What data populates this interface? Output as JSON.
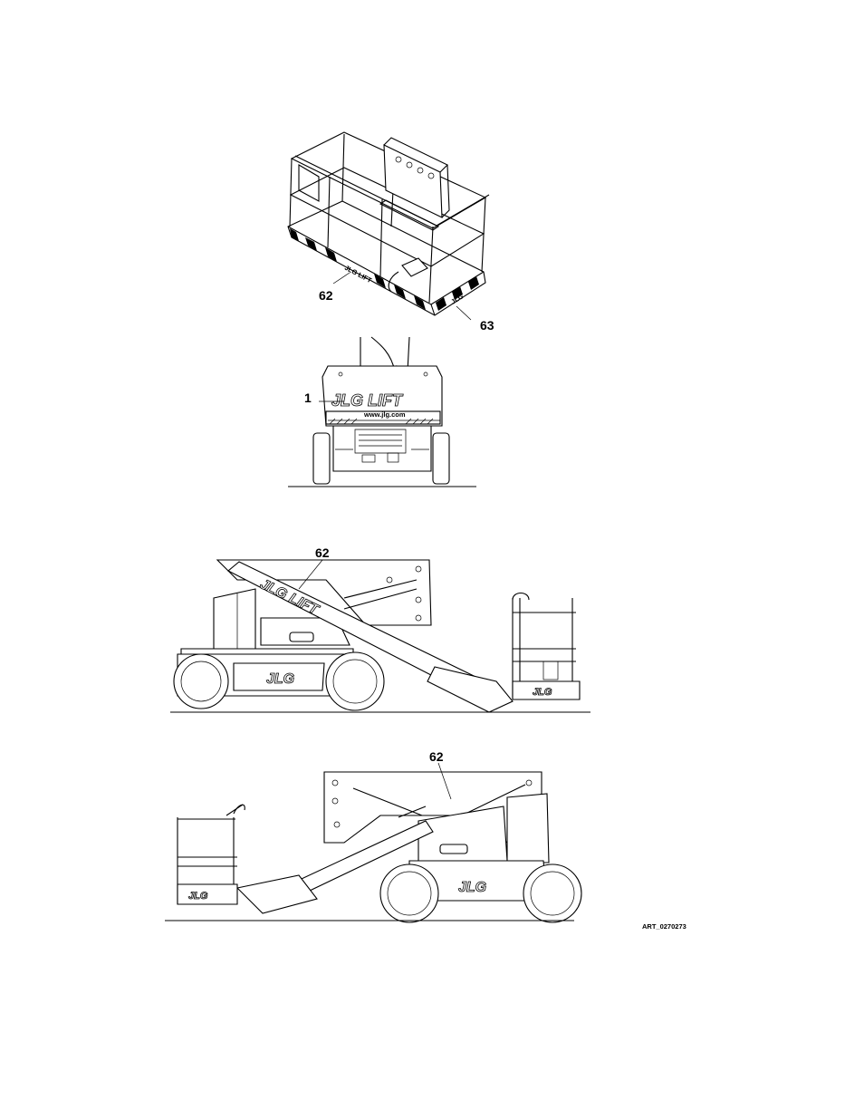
{
  "callouts": {
    "platform_left": "62",
    "platform_right": "63",
    "rear_view": "1",
    "side_view_1": "62",
    "side_view_2": "62"
  },
  "decal_text": {
    "jlg_lift": "JLG LIFT",
    "website": "www.jlg.com",
    "jlg": "JLG"
  },
  "art_reference": "ART_0270273"
}
